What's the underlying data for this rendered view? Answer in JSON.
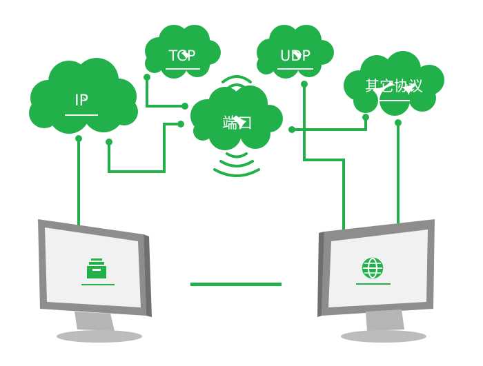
{
  "colors": {
    "green": "#22b04b",
    "dark_green": "#1a9a3f",
    "monitor_frame": "#8d8d8d",
    "monitor_dark": "#6f6f6f",
    "screen": "#f1f1f1",
    "stand": "#b5b5b5"
  },
  "clouds": {
    "ip": "IP",
    "tcp": "TCP",
    "udp": "UDP",
    "port": "端口",
    "other": "其它协议"
  },
  "icons": {
    "left_screen": "inbox-drawer-icon",
    "right_screen": "globe-icon",
    "port_signal": "wifi-signal-icon"
  }
}
